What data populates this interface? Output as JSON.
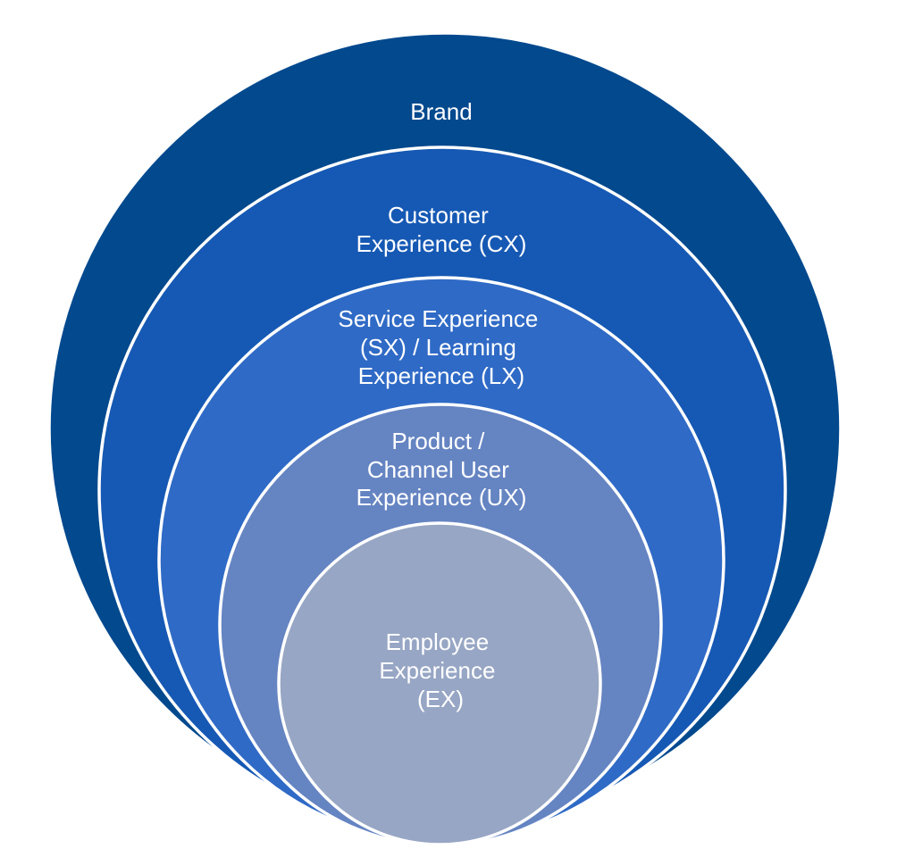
{
  "diagram": {
    "rings": [
      {
        "id": "brand",
        "lines": [
          "Brand"
        ],
        "color": "#02498E"
      },
      {
        "id": "cx",
        "lines": [
          "Customer",
          "Experience (CX)"
        ],
        "color": "#1659B4"
      },
      {
        "id": "sx",
        "lines": [
          "Service Experience",
          "(SX) / Learning",
          "Experience (LX)"
        ],
        "color": "#2F6AC6"
      },
      {
        "id": "ux",
        "lines": [
          "Product /",
          "Channel User",
          "Experience (UX)"
        ],
        "color": "#6584C2"
      },
      {
        "id": "ex",
        "lines": [
          "Employee",
          "Experience",
          "(EX)"
        ],
        "color": "#97A6C4"
      }
    ]
  }
}
